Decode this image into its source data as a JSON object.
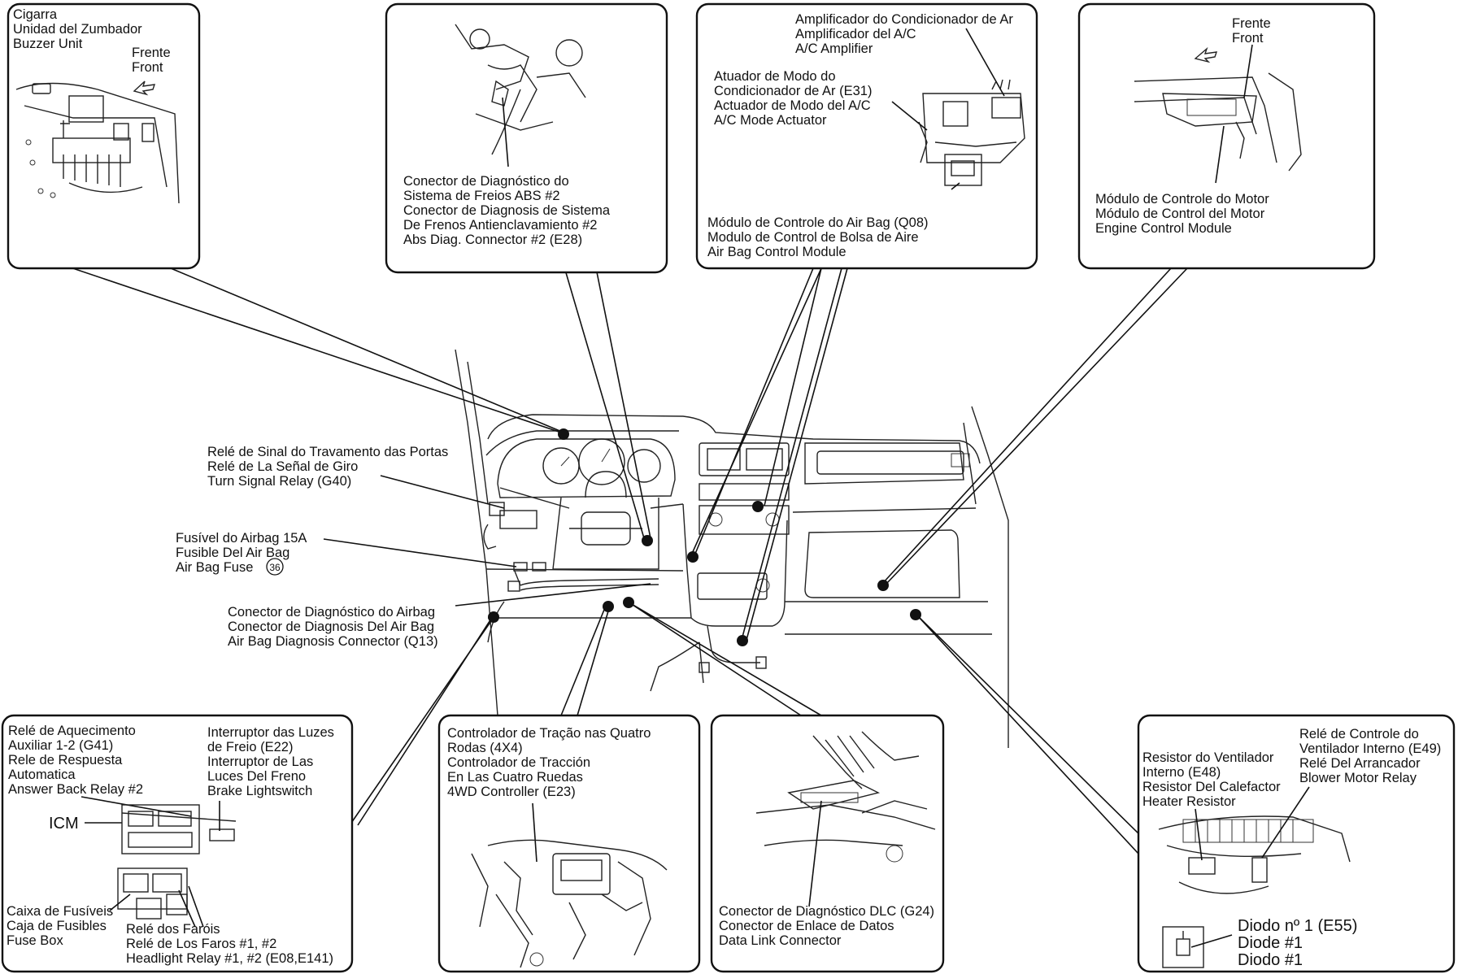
{
  "title": "",
  "callouts": {
    "buzzer": {
      "lines": [
        "Cigarra",
        "Unidad del Zumbador",
        "Buzzer Unit"
      ],
      "front": [
        "Frente",
        "Front"
      ]
    },
    "abs": {
      "lines": [
        "Conector de Diagnóstico do",
        "Sistema de Freios ABS #2",
        "Conector de Diagnosis de Sistema",
        "De Frenos Antienclavamiento #2",
        "Abs Diag. Connector #2 (E28)"
      ]
    },
    "ac": {
      "amp": [
        "Amplificador do Condicionador de Ar",
        "Amplificador del A/C",
        "A/C Amplifier"
      ],
      "actuator": [
        "Atuador de Modo do",
        "Condicionador de Ar (E31)",
        "Actuador de  Modo del A/C",
        "A/C Mode Actuator"
      ],
      "airbag_module": [
        "Módulo de Controle do Air Bag  (Q08)",
        "Modulo de Control de Bolsa de Aire",
        "Air Bag Control Module"
      ]
    },
    "ecm": {
      "front": [
        "Frente",
        "Front"
      ],
      "lines": [
        "Módulo de Controle do Motor",
        "Módulo de Control del Motor",
        "Engine Control Module"
      ]
    },
    "turn_signal": {
      "lines": [
        "Relé de Sinal do Travamento das Portas",
        "Relé de La Señal de Giro",
        "Turn Signal Relay (G40)"
      ]
    },
    "airbag_fuse": {
      "lines": [
        "Fusível do Airbag 15A",
        "Fusible Del Air Bag",
        "Air Bag Fuse"
      ],
      "fuse_number": "36"
    },
    "airbag_diag": {
      "lines": [
        "Conector de Diagnóstico do Airbag",
        "Conector de Diagnosis Del Air Bag",
        "Air Bag Diagnosis Connector (Q13)"
      ]
    },
    "relay_panel": {
      "heater": [
        "Relé de Aquecimento",
        "Auxiliar 1-2 (G41)",
        "Rele de Respuesta",
        "Automatica",
        "Answer Back Relay #2"
      ],
      "brake": [
        "Interruptor das Luzes",
        "de Freio (E22)",
        "Interruptor de Las",
        "Luces Del Freno",
        "Brake Lightswitch"
      ],
      "icm": "ICM",
      "fusebox": [
        "Caixa de Fusíveis",
        "Caja de Fusibles",
        "Fuse Box"
      ],
      "headlight": [
        "Relé dos Faróis",
        "Relé de Los Faros #1, #2",
        "Headlight Relay #1, #2 (E08,E141)"
      ]
    },
    "fourwd": {
      "lines": [
        "Controlador de Tração nas Quatro",
        "Rodas (4X4)",
        "Controlador de Tracción",
        "En Las Cuatro Ruedas",
        "4WD Controller (E23)"
      ]
    },
    "dlc": {
      "lines": [
        "Conector de Diagnóstico DLC (G24)",
        "Conector de Enlace de Datos",
        "Data Link Connector"
      ]
    },
    "blower": {
      "resistor": [
        "Resistor do Ventilador",
        "Interno (E48)",
        "Resistor Del Calefactor",
        "Heater Resistor"
      ],
      "relay": [
        "Relé de Controle do",
        "Ventilador Interno (E49)",
        "Relé Del Arrancador",
        "Blower Motor Relay"
      ],
      "diode": [
        "Diodo nº 1 (E55)",
        "Diode #1",
        "Diodo #1"
      ]
    }
  }
}
